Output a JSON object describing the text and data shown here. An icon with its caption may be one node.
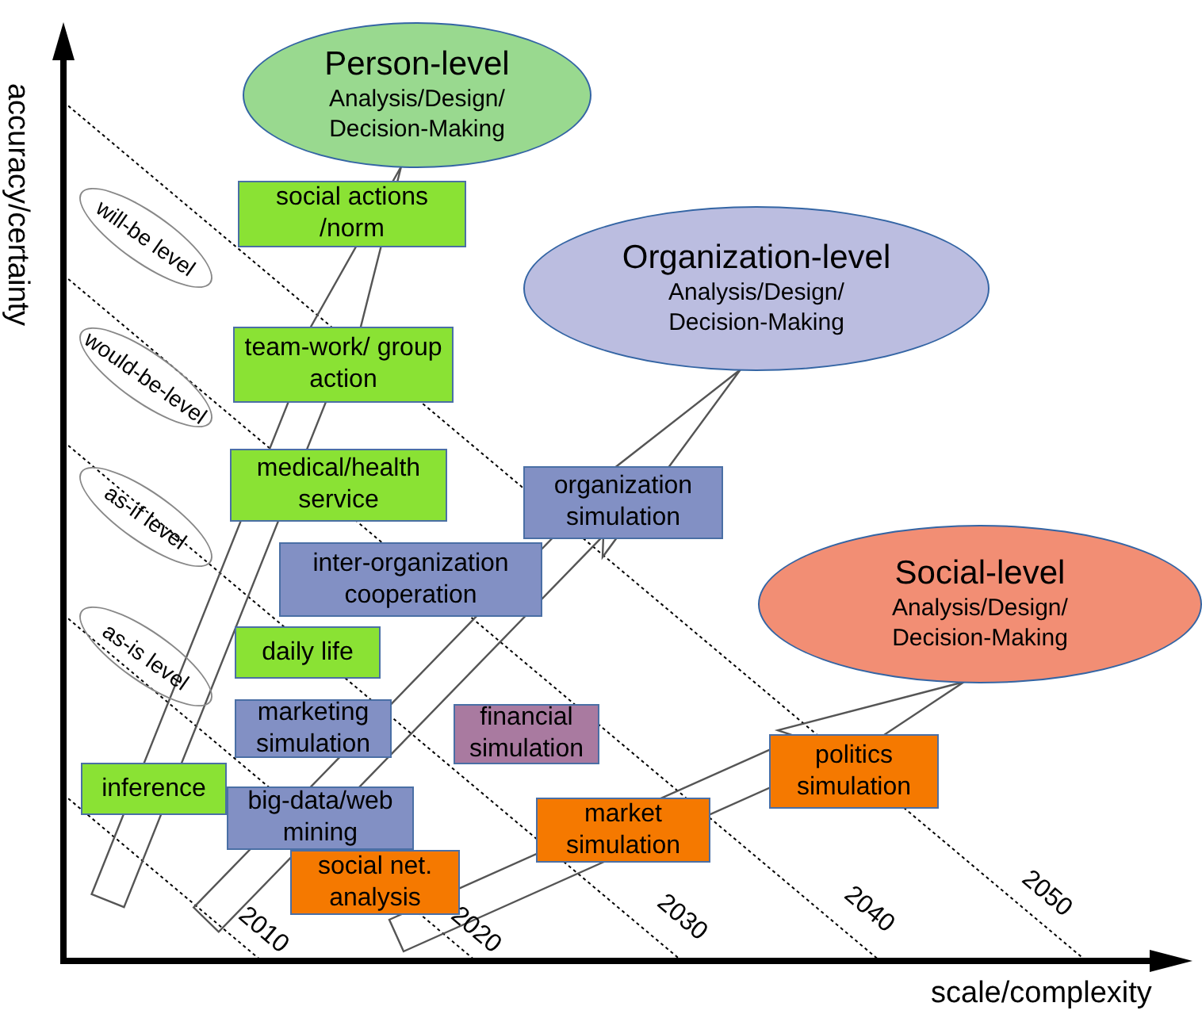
{
  "diagram": {
    "nodes": [
      {
        "text": [
          "Person-level",
          "Analysis/Design/ Decision-Making"
        ]
      },
      {
        "text": [
          "social actions /norm"
        ]
      },
      {
        "text": [
          "will-be level"
        ]
      },
      {
        "text": [
          "Organization-level",
          "Analysis/Design/ Decision-Making"
        ]
      },
      {
        "text": [
          "would-be-level"
        ]
      },
      {
        "text": [
          "team-work/ group action"
        ]
      },
      {
        "text": [
          "medical/health service"
        ]
      },
      {
        "text": [
          "organization simulation"
        ]
      },
      {
        "text": [
          "as-if level"
        ]
      },
      {
        "text": [
          "inter-organization cooperation"
        ]
      },
      {
        "text": [
          "Social-level",
          "Analysis/Design/ Decision-Making"
        ]
      },
      {
        "text": [
          "daily life"
        ]
      },
      {
        "text": [
          "as-is level"
        ]
      },
      {
        "text": [
          "marketing simulation"
        ]
      },
      {
        "text": [
          "financial simulation"
        ]
      },
      {
        "text": [
          "inference"
        ]
      },
      {
        "text": [
          "big-data/web mining"
        ]
      },
      {
        "text": [
          "politics simulation"
        ]
      },
      {
        "text": [
          "market simulation"
        ]
      },
      {
        "text": [
          "social net. analysis"
        ]
      }
    ],
    "edges": [
      {
        "from": null,
        "to": 0,
        "arrow": "to"
      },
      {
        "from": null,
        "to": 3,
        "arrow": "to"
      },
      {
        "from": null,
        "to": 10,
        "arrow": "to"
      }
    ],
    "labels": [
      "accuracy/certainty",
      "2010",
      "2020",
      "2030",
      "2040",
      "2050",
      "scale/complexity"
    ]
  }
}
